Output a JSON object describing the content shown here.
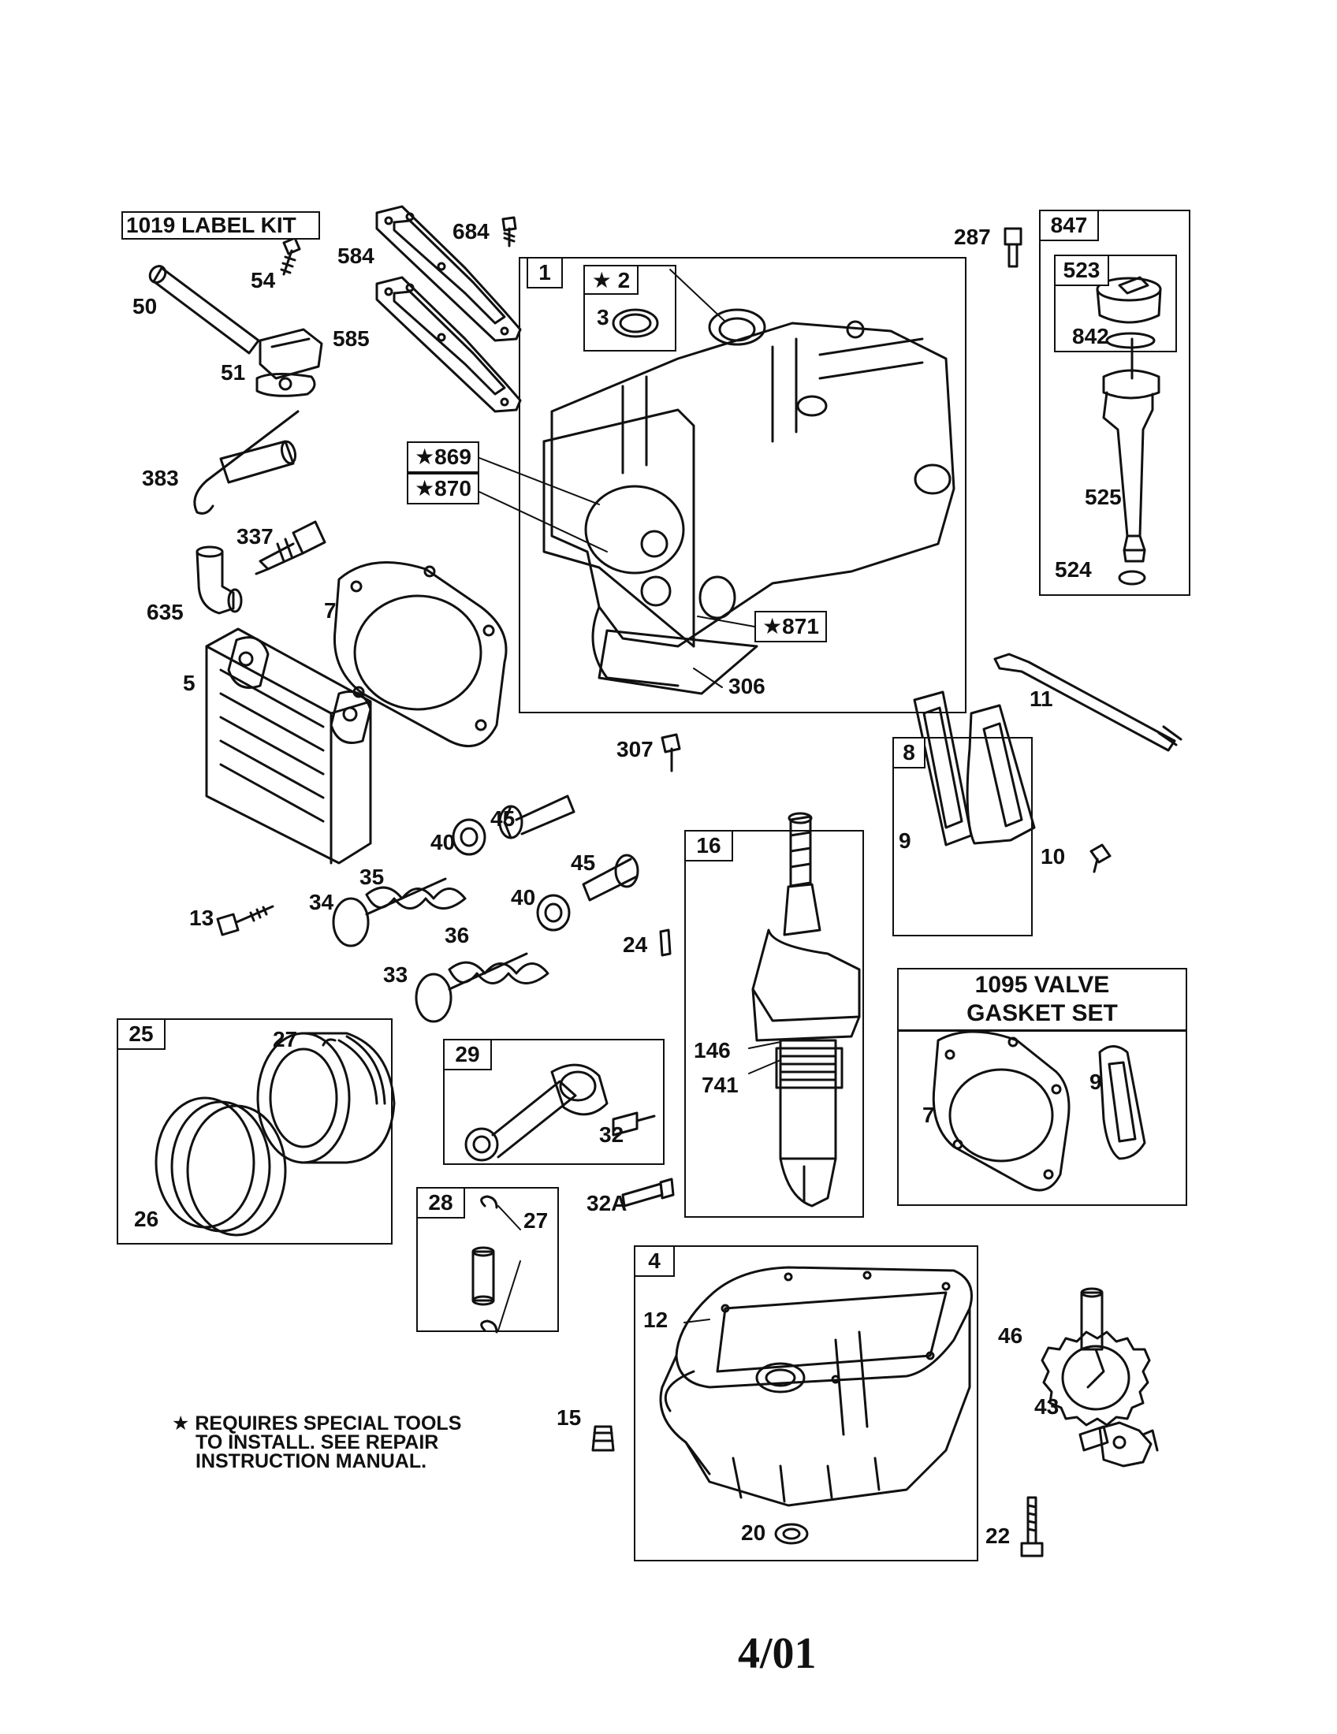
{
  "header": {
    "label_kit": "1019 LABEL KIT"
  },
  "kits": {
    "block_kit": "1",
    "seal_kit": "★ 2",
    "oil_fill_kit": "847",
    "dipstick_kit": "523",
    "breather_kit": "8",
    "crankshaft_kit": "16",
    "piston_kit": "25",
    "rod_kit": "29",
    "pin_kit": "28",
    "sump_kit": "4",
    "valve_gasket_set_line1": "1095 VALVE",
    "valve_gasket_set_line2": "GASKET SET"
  },
  "labels": {
    "p54": "54",
    "p50": "50",
    "p51": "51",
    "p584": "584",
    "p684": "684",
    "p585": "585",
    "p383": "383",
    "p337": "337",
    "p635": "635",
    "p7a": "7",
    "p5": "5",
    "p3": "3",
    "p869": "★869",
    "p870": "★870",
    "p871": "★871",
    "p306": "306",
    "p287": "287",
    "p842": "842",
    "p525": "525",
    "p524": "524",
    "p11": "11",
    "p307": "307",
    "p45a": "45",
    "p40a": "40",
    "p45b": "45",
    "p40b": "40",
    "p35": "35",
    "p34": "34",
    "p13": "13",
    "p36": "36",
    "p33": "33",
    "p24": "24",
    "p9a": "9",
    "p10": "10",
    "p146": "146",
    "p741": "741",
    "p7b": "7",
    "p9b": "9",
    "p27a": "27",
    "p26": "26",
    "p32": "32",
    "p32a": "32A",
    "p27b": "27",
    "p12": "12",
    "p15": "15",
    "p20": "20",
    "p46": "46",
    "p43": "43",
    "p22": "22"
  },
  "note": {
    "line1": "★ REQUIRES SPECIAL TOOLS",
    "line2": "TO INSTALL.  SEE REPAIR",
    "line3": "INSTRUCTION MANUAL."
  },
  "footer": {
    "date": "4/01"
  }
}
